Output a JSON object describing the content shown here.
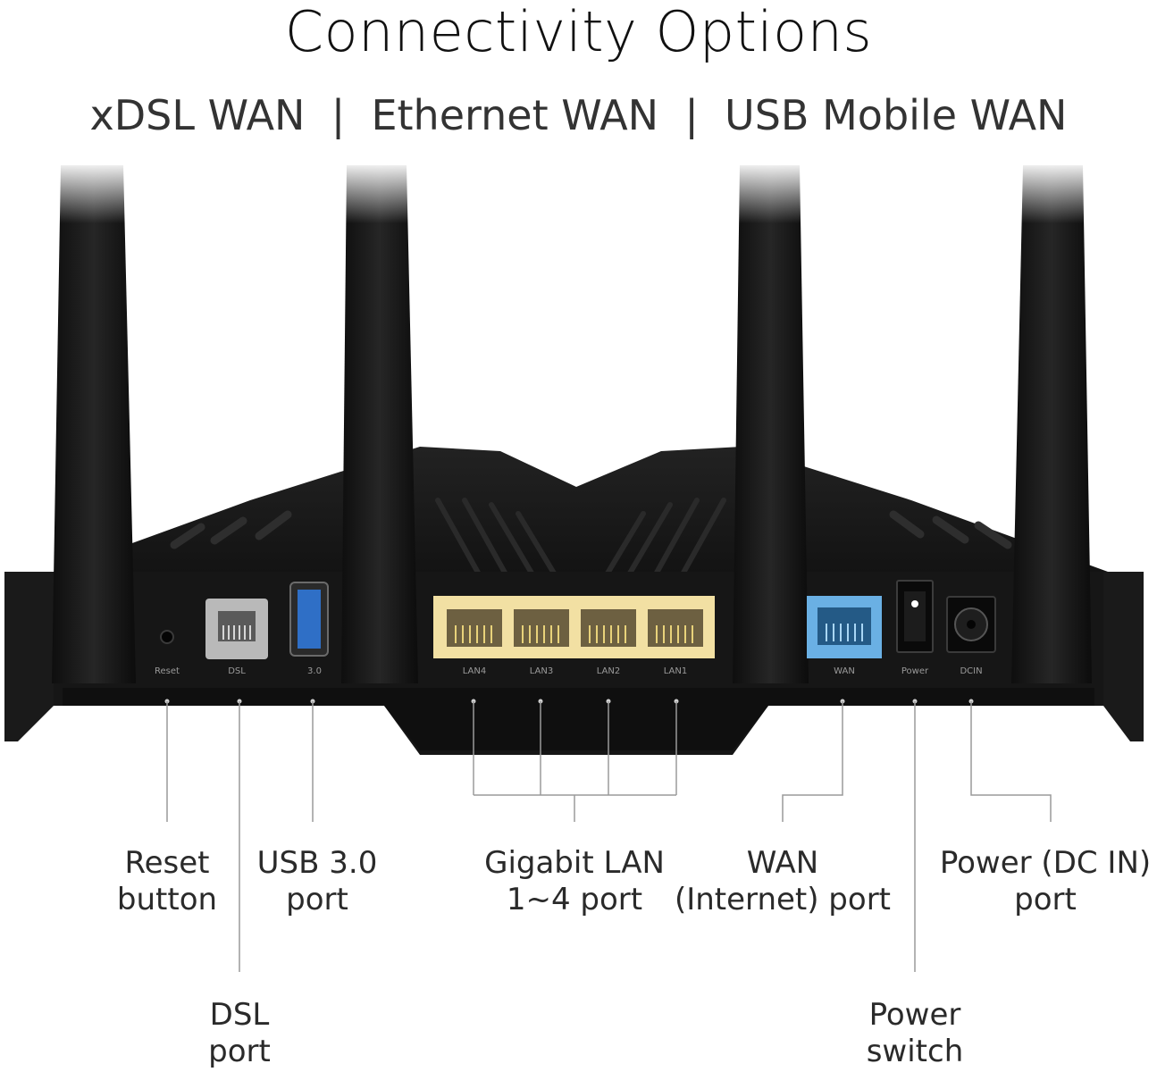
{
  "header": {
    "title": "Connectivity Options",
    "subtitle": "xDSL WAN  |  Ethernet WAN  |  USB Mobile WAN"
  },
  "panel_labels": {
    "reset": "Reset",
    "dsl": "DSL",
    "usb": "3.0",
    "lan4": "LAN4",
    "lan3": "LAN3",
    "lan2": "LAN2",
    "lan1": "LAN1",
    "wan": "WAN",
    "power": "Power",
    "dcin": "DCIN"
  },
  "callouts": {
    "reset_button": {
      "line1": "Reset",
      "line2": "button"
    },
    "usb_port": {
      "line1": "USB 3.0",
      "line2": "port"
    },
    "lan_ports": {
      "line1": "Gigabit LAN",
      "line2": "1~4 port"
    },
    "wan_port": {
      "line1": "WAN",
      "line2": "(Internet) port"
    },
    "power_port": {
      "line1": "Power (DC IN)",
      "line2": "port"
    },
    "dsl_port": {
      "line1": "DSL",
      "line2": "port"
    },
    "power_switch": {
      "line1": "Power",
      "line2": "switch"
    }
  },
  "colors": {
    "router_body": "#141414",
    "lan_port": "#f2e0a3",
    "wan_port": "#6ab0e4",
    "dsl_port": "#b9b9b9",
    "usb_port": "#2f6fc6",
    "leader_line": "#9a9a9a"
  }
}
